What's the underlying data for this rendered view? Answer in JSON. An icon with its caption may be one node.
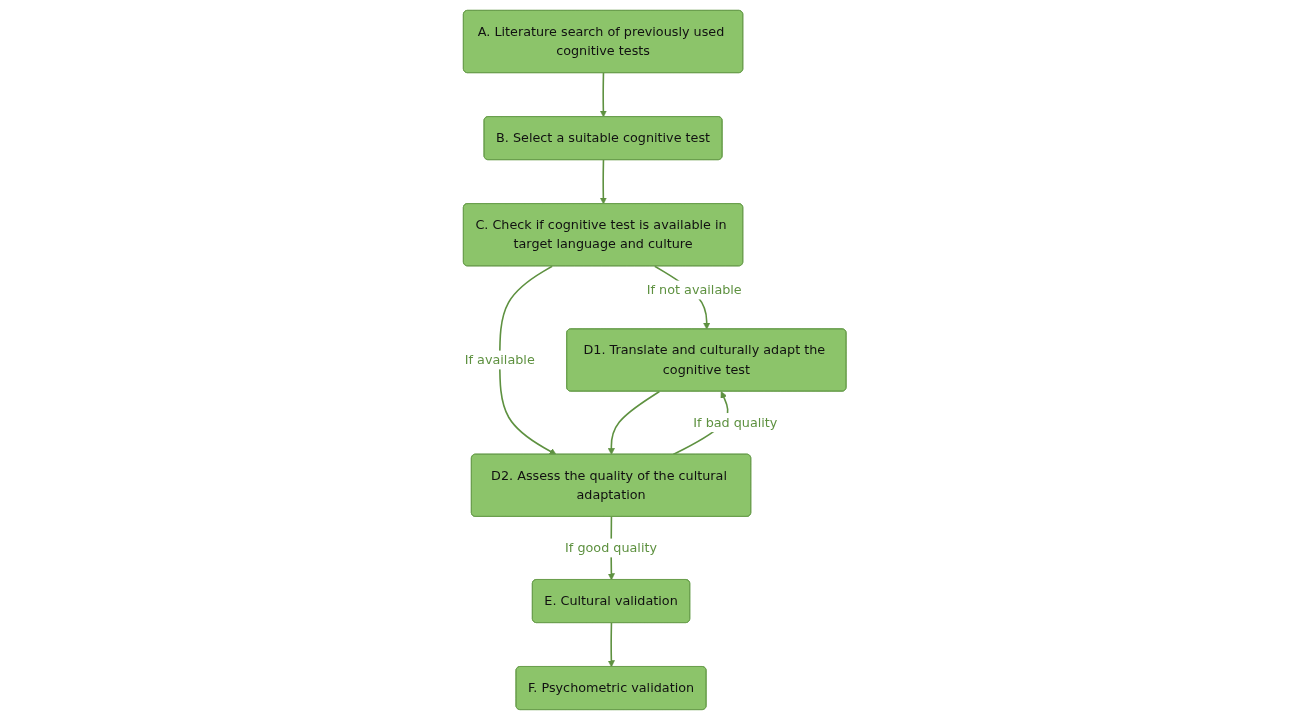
{
  "diagram": {
    "nodes": [
      {
        "text": [
          "A. Literature search of previously used cognitive tests"
        ]
      },
      {
        "text": [
          "B. Select a suitable cognitive test"
        ]
      },
      {
        "text": [
          "C. Check if cognitive test is available in target language and culture"
        ]
      },
      {
        "text": [
          "D1. Translate and culturally adapt the cognitive test"
        ]
      },
      {
        "text": [
          "D2. Assess the quality of the cultural adaptation"
        ]
      },
      {
        "text": [
          "E. Cultural validation"
        ]
      },
      {
        "text": [
          "F. Psychometric validation"
        ]
      }
    ],
    "edges": [
      {
        "from": 0,
        "to": 1,
        "arrow": "to"
      },
      {
        "from": 1,
        "to": 2,
        "arrow": "to"
      },
      {
        "from": 2,
        "to": 3,
        "arrow": "to",
        "label": "If not available"
      },
      {
        "from": 2,
        "to": 4,
        "arrow": "to",
        "label": "If available"
      },
      {
        "from": 3,
        "to": 4,
        "arrow": "to"
      },
      {
        "from": 4,
        "to": 5,
        "arrow": "to",
        "label": "If good quality"
      },
      {
        "from": 4,
        "to": 3,
        "arrow": "to",
        "label": "If bad quality"
      },
      {
        "from": 5,
        "to": 6,
        "arrow": "to"
      }
    ]
  }
}
